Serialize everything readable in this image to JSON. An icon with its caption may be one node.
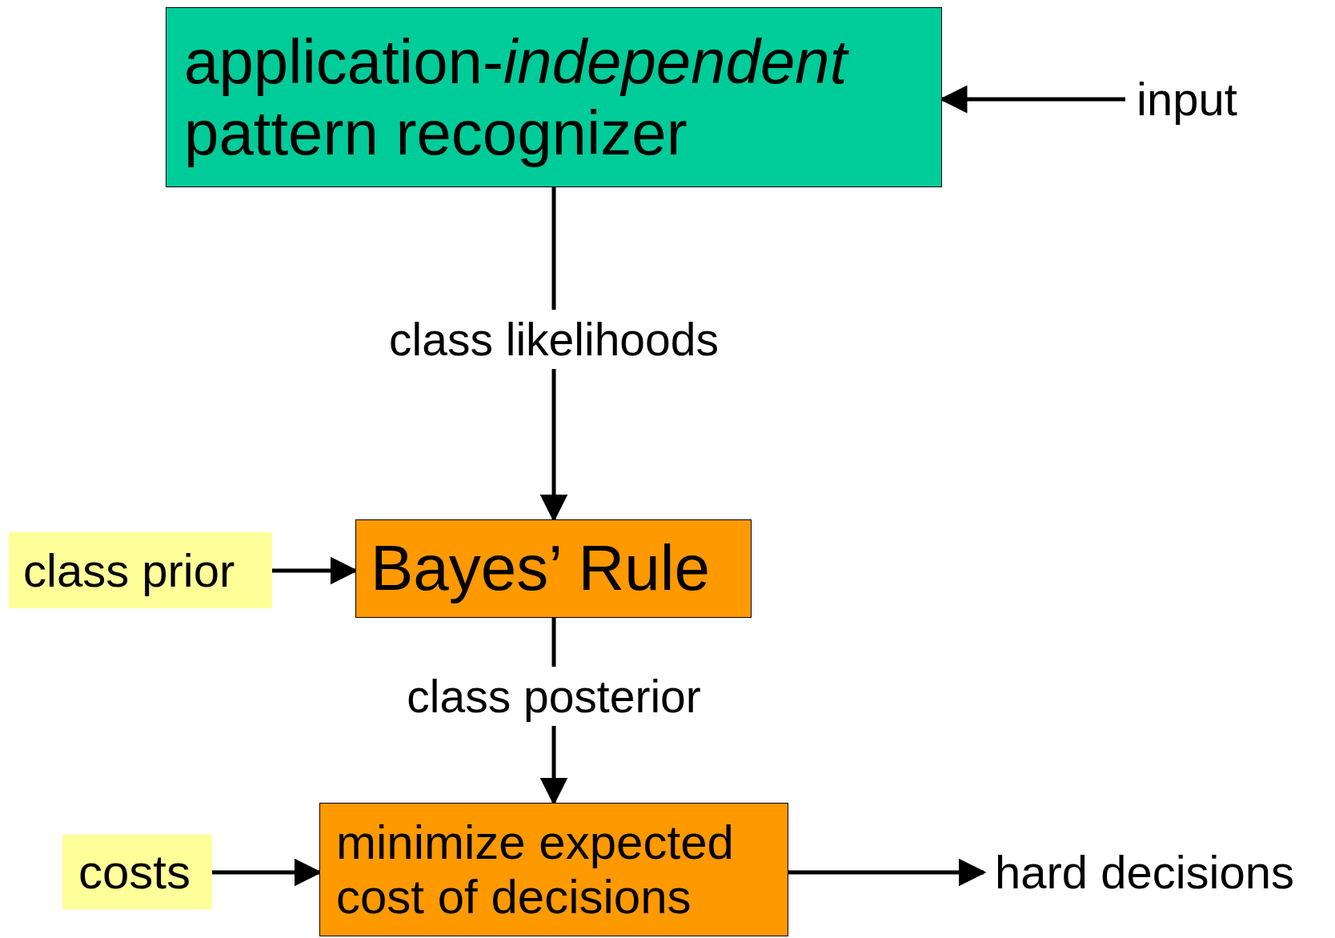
{
  "diagram": {
    "nodes": [
      {
        "text": [
          "application-*independent* pattern recognizer"
        ]
      },
      {
        "text": [
          "input"
        ]
      },
      {
        "text": [
          "Bayes’ Rule"
        ]
      },
      {
        "text": [
          "class prior"
        ]
      },
      {
        "text": [
          "minimize expected cost of decisions"
        ]
      },
      {
        "text": [
          "costs"
        ]
      },
      {
        "text": [
          "hard decisions"
        ]
      }
    ],
    "edges": [
      {
        "from": 1,
        "to": 0,
        "arrow": "to"
      },
      {
        "from": 0,
        "to": 2,
        "arrow": "to",
        "label": "class likelihoods"
      },
      {
        "from": 3,
        "to": 2,
        "arrow": "to"
      },
      {
        "from": 2,
        "to": 4,
        "arrow": "to",
        "label": "class posterior"
      },
      {
        "from": 5,
        "to": 4,
        "arrow": "to"
      },
      {
        "from": 4,
        "to": 6,
        "arrow": "to"
      }
    ]
  }
}
